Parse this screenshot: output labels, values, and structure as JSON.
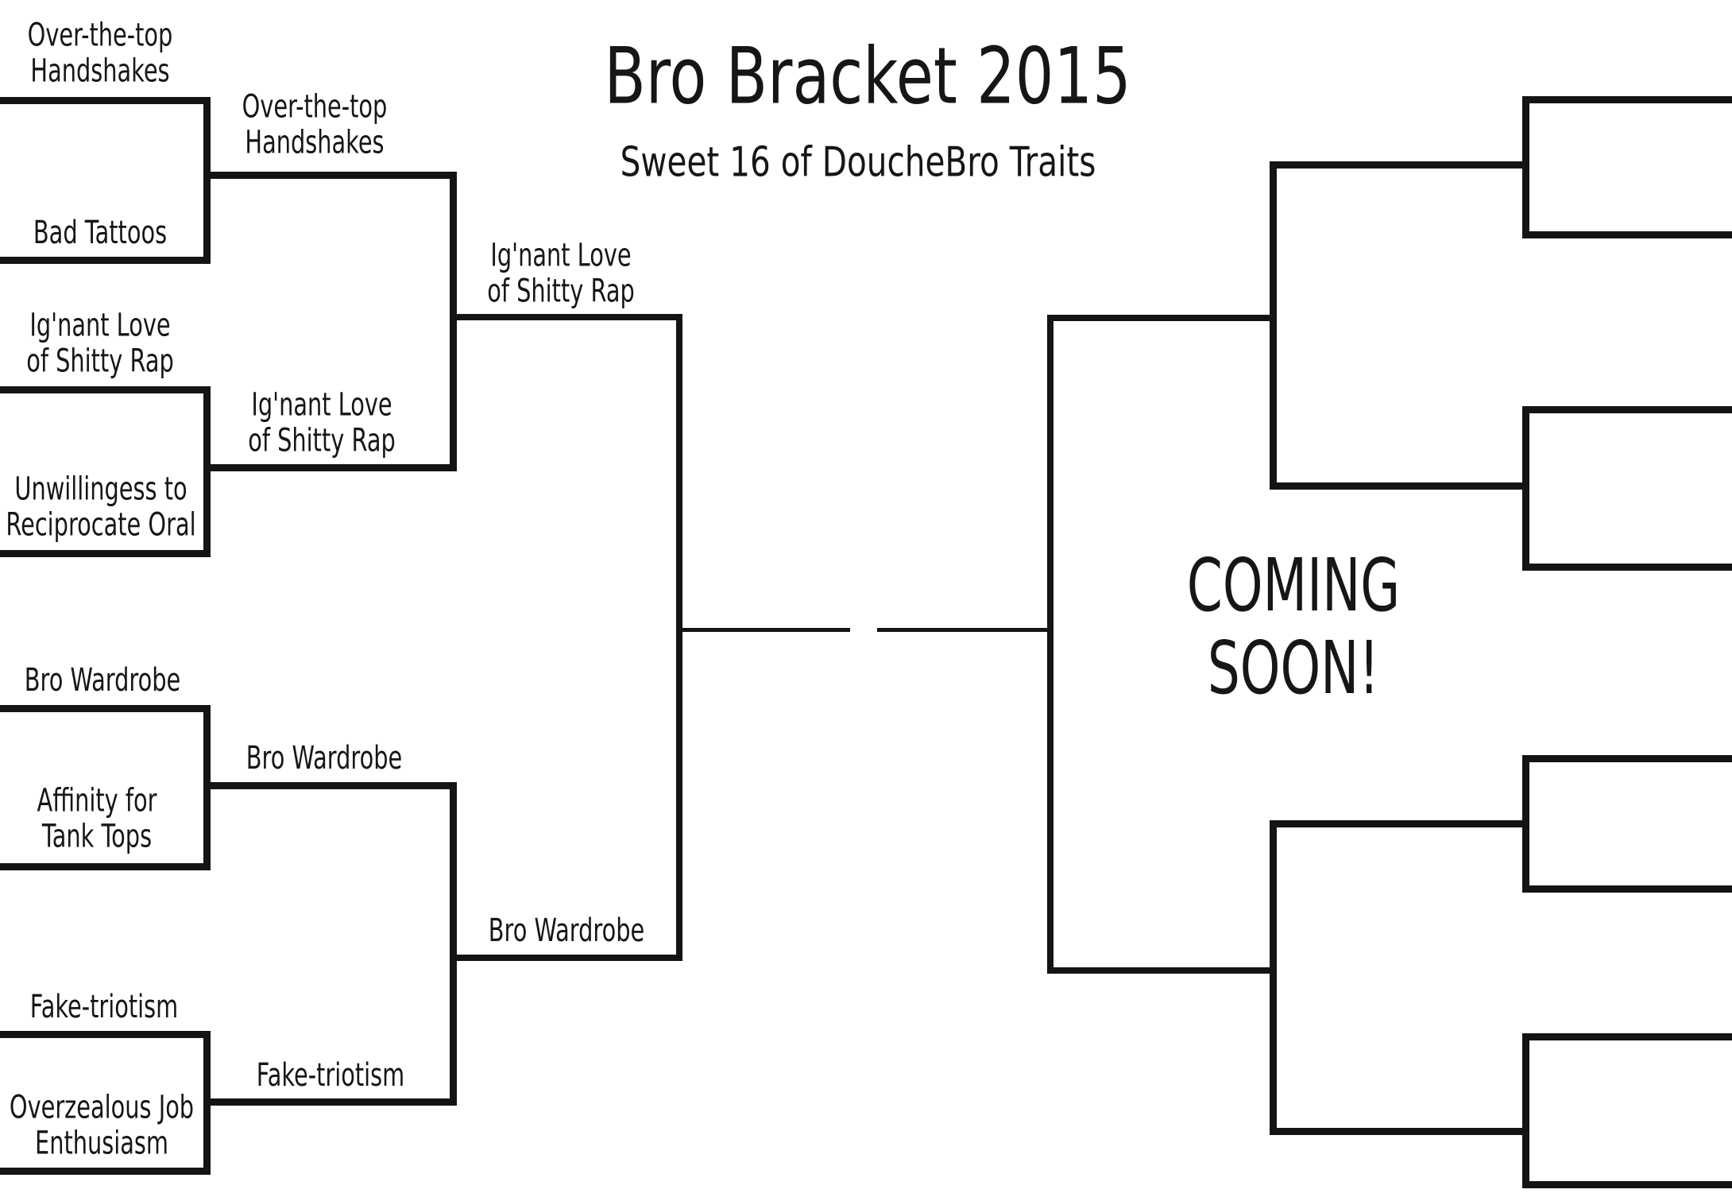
{
  "title": "Bro Bracket 2015",
  "subtitle": "Sweet 16 of DoucheBro Traits",
  "center_note": "COMING SOON!",
  "colors": {
    "ink": "#141414",
    "paper": "#ffffff"
  },
  "labels": {
    "r1_seed1": "Over-the-top\nHandshakes",
    "r1_seed2": "Bad Tattoos",
    "r1_seed3": "Ig'nant Love\nof Shitty Rap",
    "r1_seed4": "Unwillingess to\nReciprocate Oral",
    "r1_seed5": "Bro Wardrobe",
    "r1_seed6": "Affinity for\nTank Tops",
    "r1_seed7": "Fake-triotism",
    "r1_seed8": "Overzealous Job\nEnthusiasm",
    "r2_winner1": "Over-the-top\nHandshakes",
    "r2_winner2": "Ig'nant Love\nof Shitty Rap",
    "r2_winner3": "Bro Wardrobe",
    "r2_winner4": "Fake-triotism",
    "sf_winner1": "Ig'nant Love\nof Shitty Rap",
    "sf_winner2": "Bro Wardrobe"
  }
}
